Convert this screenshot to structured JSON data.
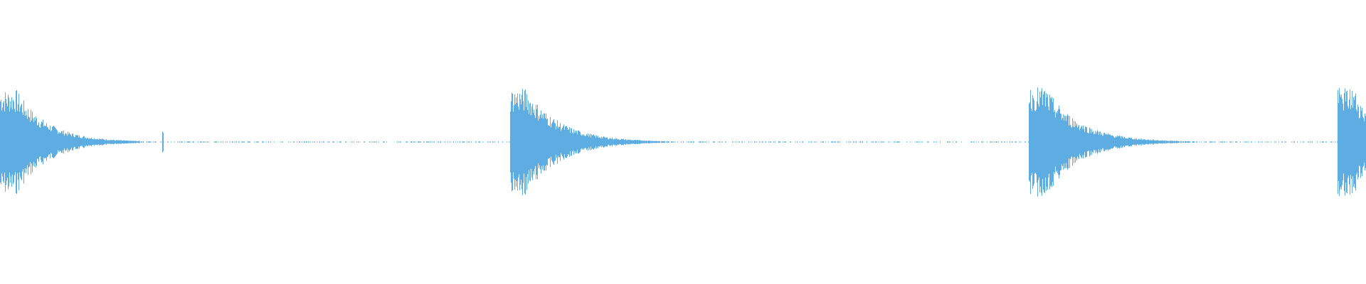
{
  "waveform": {
    "color": "#5dade2",
    "background": "#ffffff",
    "transients": [
      {
        "start": 0.0,
        "peak": 0.95,
        "decay": 0.042
      },
      {
        "start": 0.373,
        "peak": 0.97,
        "decay": 0.046
      },
      {
        "start": 0.753,
        "peak": 1.0,
        "decay": 0.046
      },
      {
        "start": 0.979,
        "peak": 0.98,
        "decay": 0.03
      }
    ],
    "spikes": [
      {
        "at": 0.119,
        "peak": 0.27
      }
    ],
    "noise_floor": 0.012
  }
}
